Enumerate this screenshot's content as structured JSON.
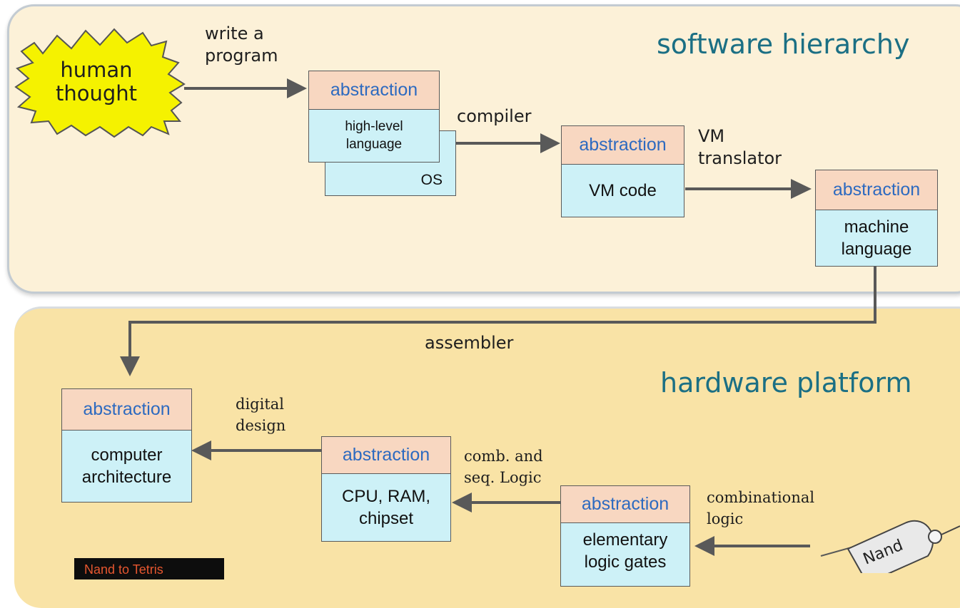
{
  "headings": {
    "software": "software hierarchy",
    "hardware": "hardware platform"
  },
  "starburst_text": "human\nthought",
  "abstraction_label": "abstraction",
  "boxes": {
    "high_level": "high-level\nlanguage",
    "os": "OS",
    "vm_code": "VM code",
    "machine_language": "machine\nlanguage",
    "computer_architecture": "computer\narchitecture",
    "cpu_ram": "CPU, RAM,\nchipset",
    "logic_gates": "elementary\nlogic gates"
  },
  "edges": {
    "write_program": "write a\nprogram",
    "compiler": "compiler",
    "vm_translator": "VM\ntranslator",
    "assembler": "assembler",
    "digital_design": "digital\ndesign",
    "comb_seq_logic": "comb. and\nseq. Logic",
    "combinational_logic": "combinational\nlogic"
  },
  "nand_label": "Nand",
  "badge_text": "Nand to Tetris"
}
